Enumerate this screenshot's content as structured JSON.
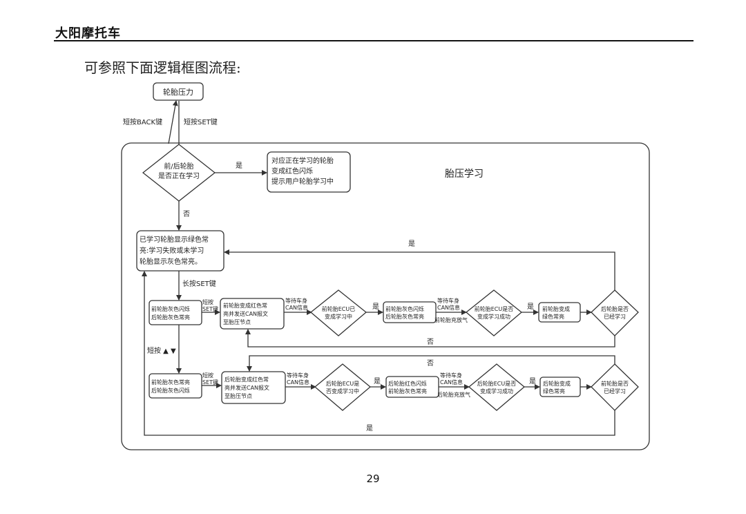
{
  "header": {
    "brand": "大阳摩托车"
  },
  "intro": "可参照下面逻辑框图流程:",
  "page_number": "29",
  "flow": {
    "top_box": "轮胎压力",
    "short_back": "短按BACK键",
    "short_set": "短按SET键",
    "section_title": "胎压学习",
    "decision_learning": [
      "前/后轮胎",
      "是否正在学习"
    ],
    "yes": "是",
    "no": "否",
    "learning_box": [
      "对应正在学习的轮胎",
      "变成红色闪烁",
      "提示用户轮胎学习中"
    ],
    "status_box": [
      "已学习轮胎显示绿色常",
      "亮:学习失败或未学习",
      "轮胎显示灰色常亮。"
    ],
    "long_set": "长按SET键",
    "short_updown": "短按 ▲ ▼",
    "row1": {
      "box1": [
        "前轮胎灰色闪烁",
        "后轮胎灰色常亮"
      ],
      "short_set": [
        "短按",
        "SET键"
      ],
      "box2": [
        "前轮胎变成红色常",
        "亮并发送CAN报文",
        "至胎压节点"
      ],
      "wait": [
        "等待车身",
        "CAN信息"
      ],
      "dec1": [
        "前轮胎ECU已",
        "变成学习中"
      ],
      "box3": [
        "前轮胎灰色闪烁",
        "后轮胎灰色常亮"
      ],
      "wait2": [
        "等待车身",
        "CAN信息"
      ],
      "inflate": "前轮胎充放气",
      "dec2": [
        "前轮胎ECU是否",
        "变成学习成功"
      ],
      "box4": [
        "前轮胎变成",
        "绿色常亮"
      ],
      "dec3": [
        "后轮胎是否",
        "已经学习"
      ]
    },
    "row2": {
      "box1": [
        "前轮胎灰色常亮",
        "后轮胎灰色闪烁"
      ],
      "short_set": [
        "短按",
        "SET键"
      ],
      "box2": [
        "后轮胎变成红色常",
        "亮并发送CAN报文",
        "至胎压节点"
      ],
      "wait": [
        "等待车身",
        "CAN信息"
      ],
      "dec1": [
        "后轮胎ECU是",
        "否变成学习中"
      ],
      "box3": [
        "后轮胎红色闪烁",
        "前轮胎灰色常亮"
      ],
      "wait2": [
        "等待车身",
        "CAN信息"
      ],
      "inflate": "后轮胎充放气",
      "dec2": [
        "后轮胎ECU是否",
        "变成学习成功"
      ],
      "box4": [
        "后轮胎变成",
        "绿色常亮"
      ],
      "dec3": [
        "前轮胎是否",
        "已经学习"
      ]
    }
  }
}
